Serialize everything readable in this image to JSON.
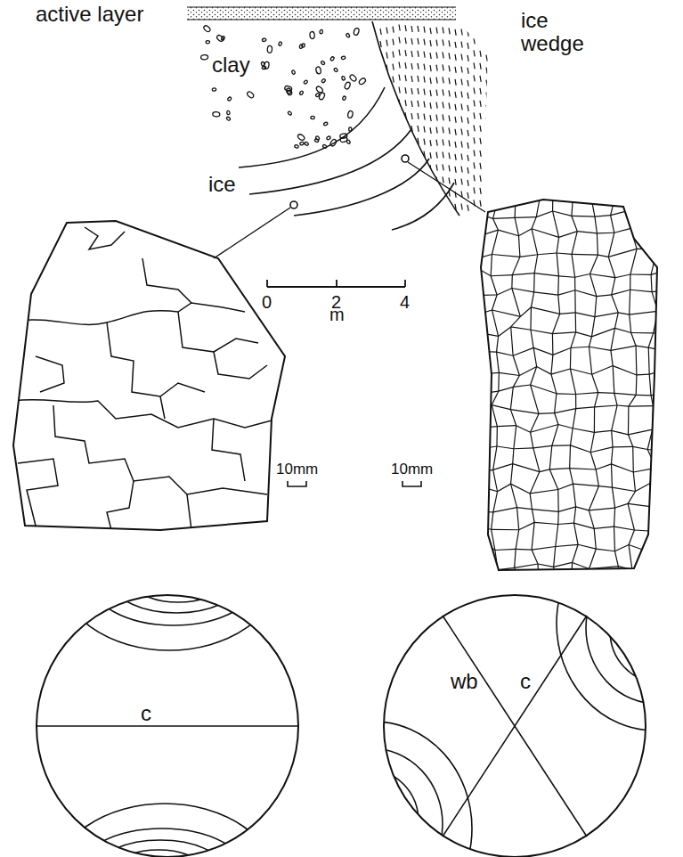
{
  "diagram": {
    "labels": [
      "active layer",
      "clay",
      "ice",
      "ice wedge",
      "0",
      "2",
      "4",
      "m",
      "10mm",
      "10mm",
      "c",
      "wb",
      "c"
    ]
  }
}
